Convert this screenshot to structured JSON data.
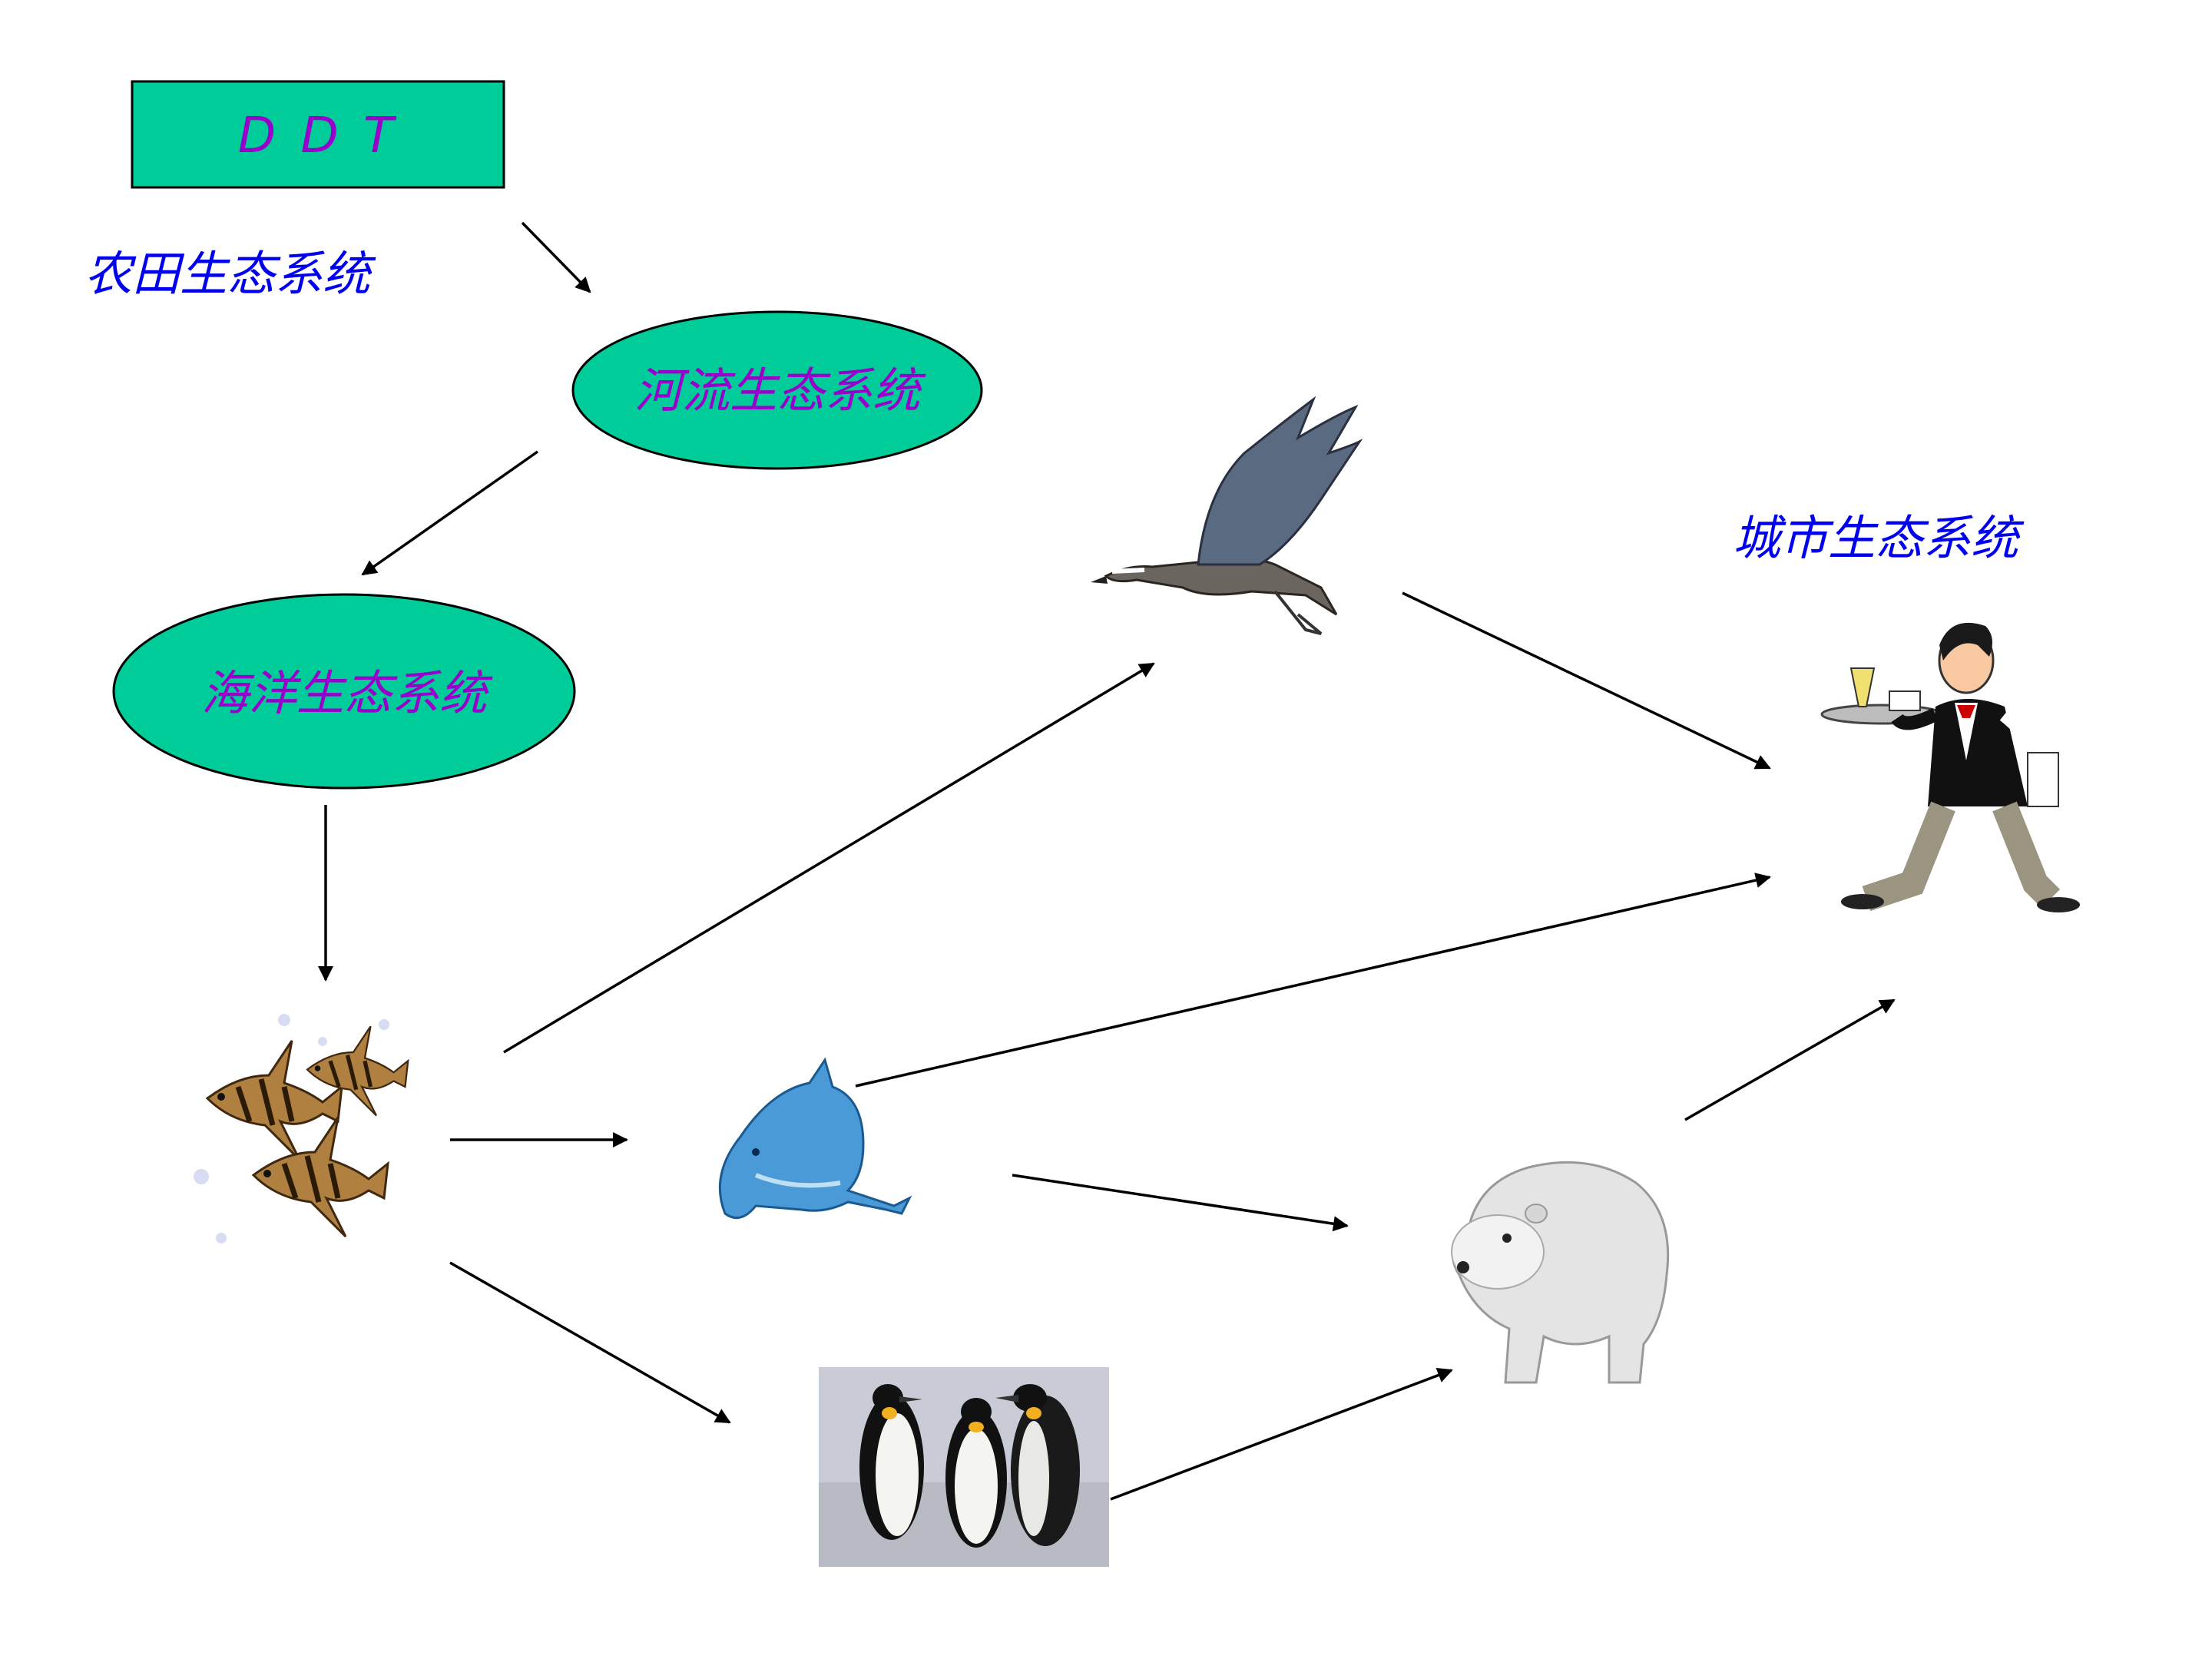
{
  "source": {
    "label": "D D T"
  },
  "systems": {
    "farmland": "农田生态系统",
    "river": "河流生态系统",
    "ocean": "海洋生态系统",
    "city": "城市生态系统"
  },
  "organisms": [
    {
      "key": "fish",
      "icon": "fish-icon"
    },
    {
      "key": "dolphin",
      "icon": "dolphin-icon"
    },
    {
      "key": "goose",
      "icon": "goose-icon"
    },
    {
      "key": "penguins",
      "icon": "penguin-icon"
    },
    {
      "key": "polar-bear",
      "icon": "polar-bear-icon"
    },
    {
      "key": "waiter",
      "icon": "waiter-icon"
    }
  ],
  "flows": [
    {
      "from": "source",
      "to": "river"
    },
    {
      "from": "river",
      "to": "ocean"
    },
    {
      "from": "ocean",
      "to": "fish"
    },
    {
      "from": "fish",
      "to": "goose"
    },
    {
      "from": "fish",
      "to": "dolphin"
    },
    {
      "from": "fish",
      "to": "penguins"
    },
    {
      "from": "goose",
      "to": "waiter"
    },
    {
      "from": "dolphin",
      "to": "waiter"
    },
    {
      "from": "dolphin",
      "to": "polar-bear"
    },
    {
      "from": "penguins",
      "to": "polar-bear"
    },
    {
      "from": "polar-bear",
      "to": "waiter"
    }
  ],
  "colors": {
    "shape_fill": "#00cc99",
    "label_purple": "#9900cc",
    "label_blue": "#0000ee",
    "arrow": "#000000"
  }
}
